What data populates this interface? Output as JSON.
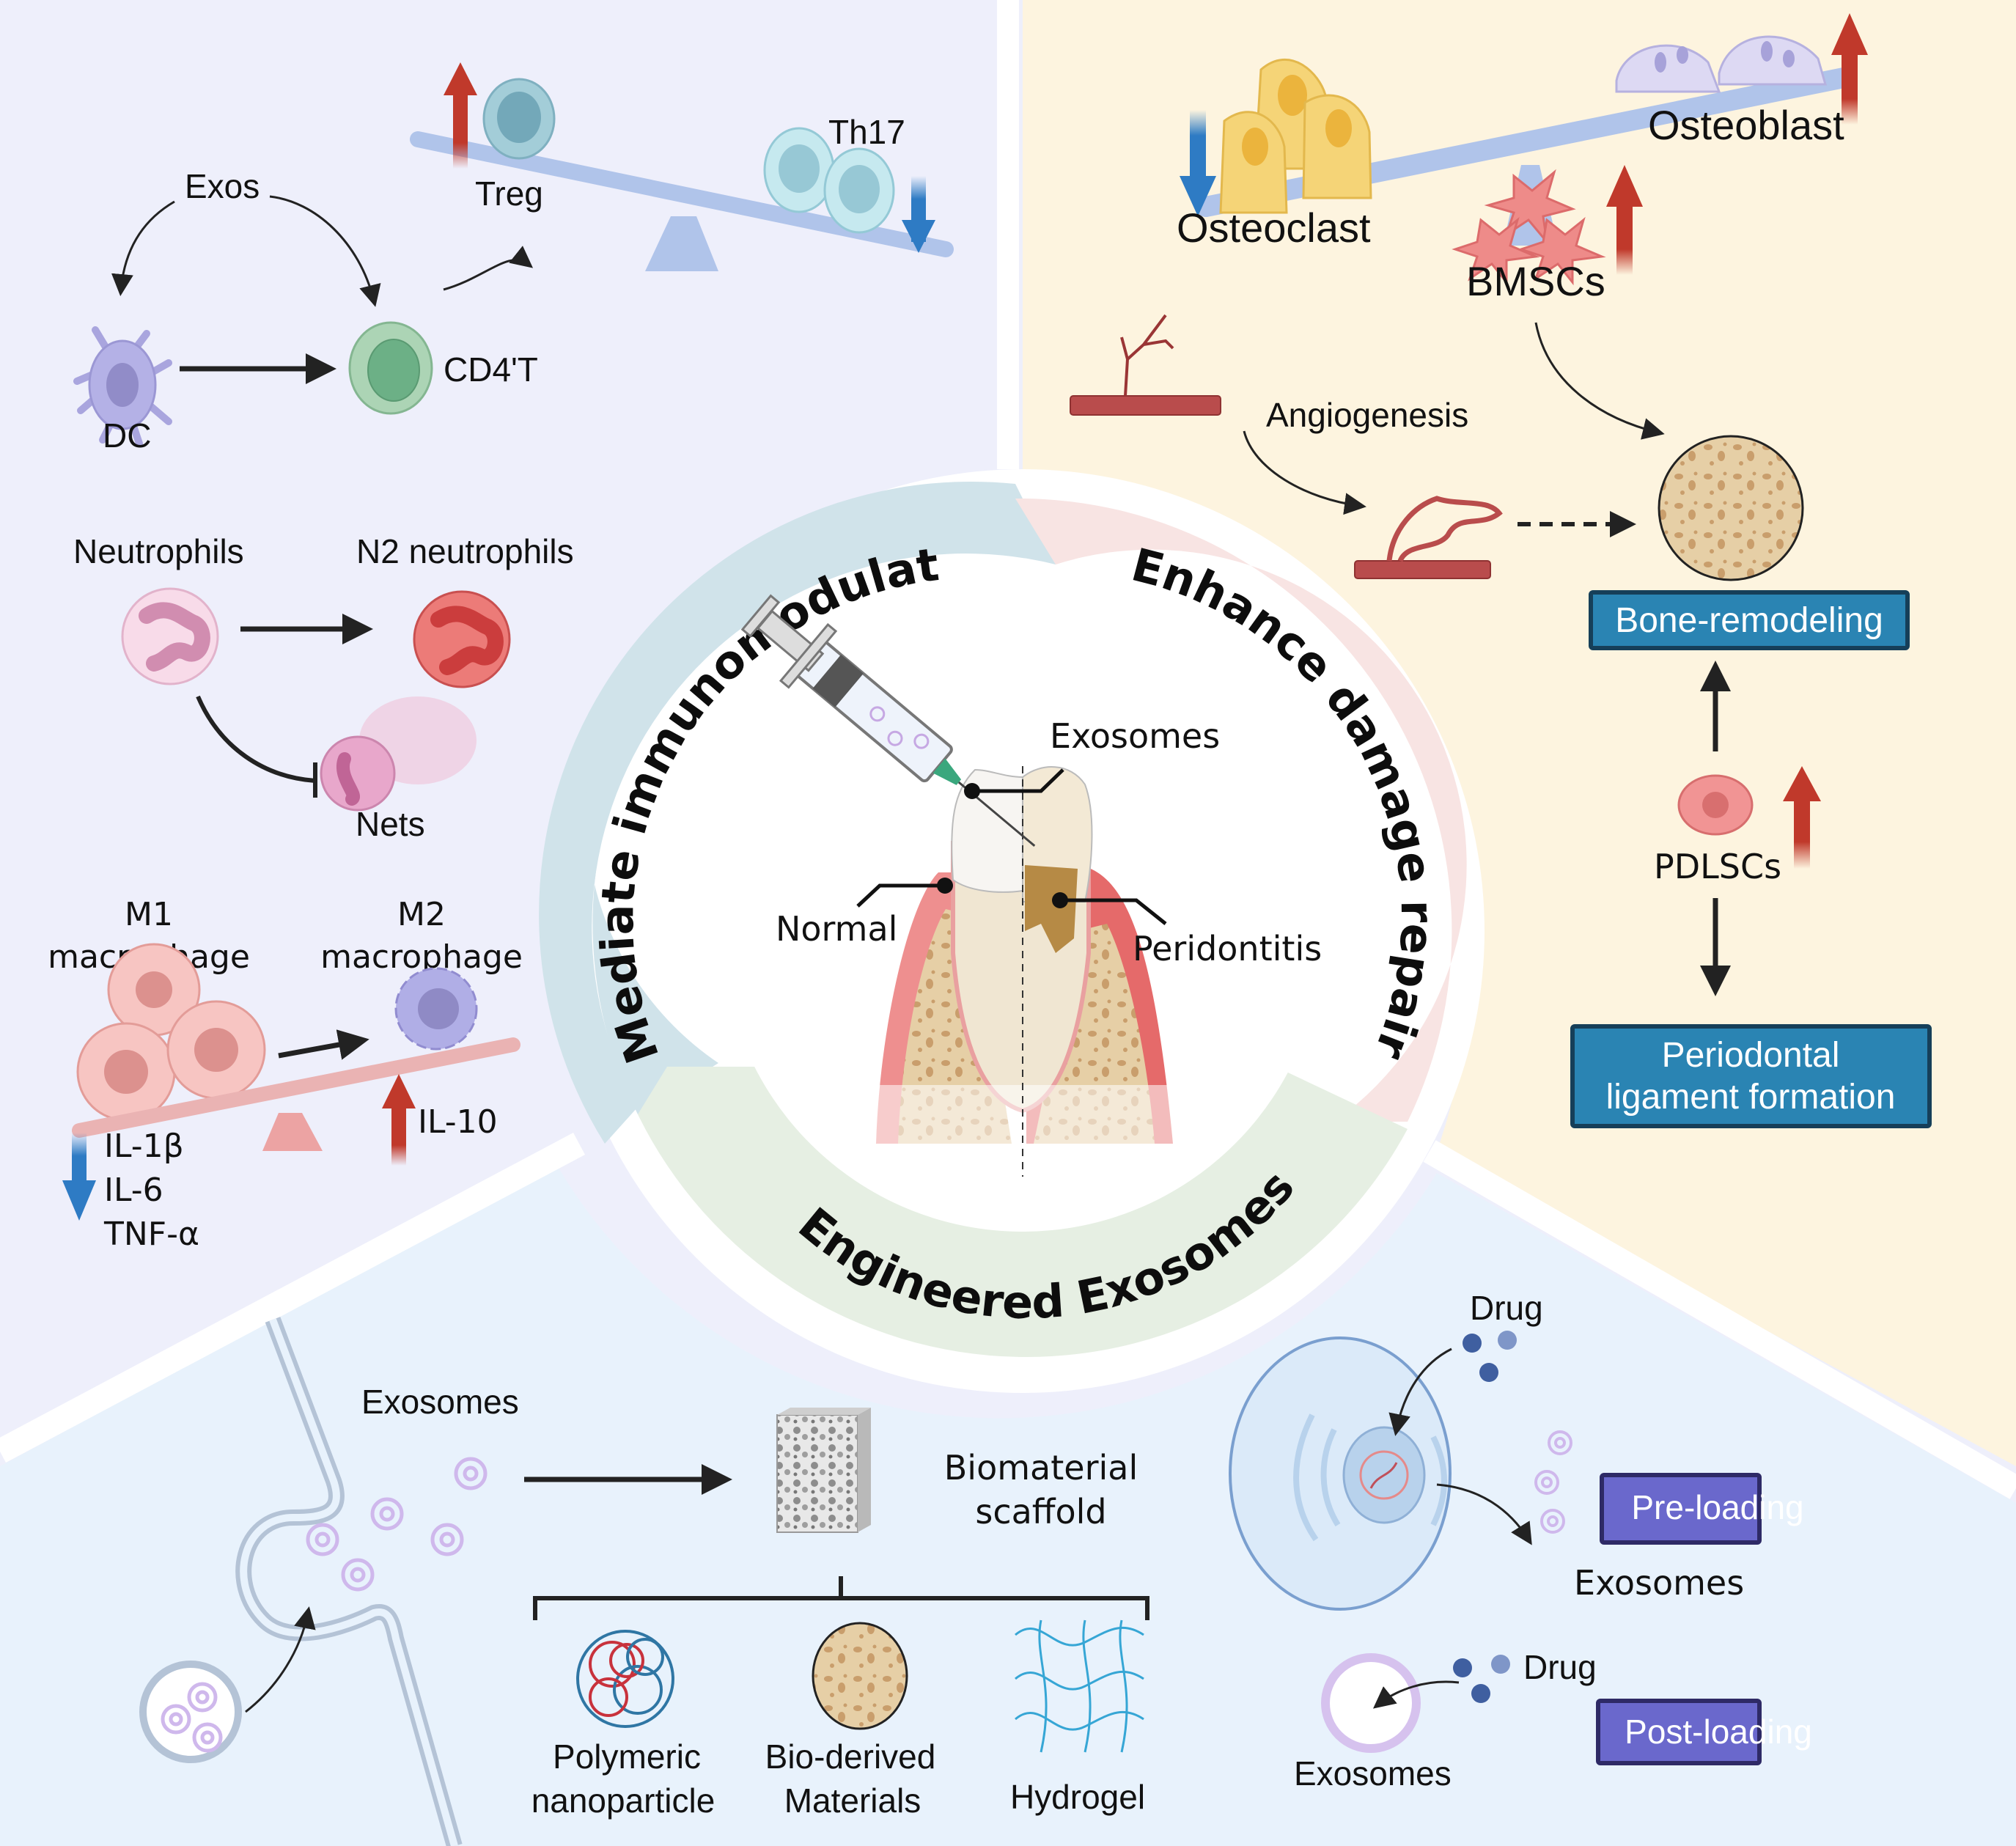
{
  "center": {
    "ring_sections": [
      {
        "title": "Mediate immunomodulation",
        "color": "#d0e3ea"
      },
      {
        "title": "Enhance damage repair",
        "color": "#f8e4e3"
      },
      {
        "title": "Engineered Exosomes",
        "color": "#e6efe3"
      }
    ],
    "tooth_labels": {
      "exosomes": "Exosomes",
      "normal": "Normal",
      "periodontitis": "Peridontitis"
    }
  },
  "immunomodulation_panel": {
    "background": "#eeeffb",
    "t_cells": {
      "exos": "Exos",
      "dc": "DC",
      "cd4t": "CD4'T",
      "treg": "Treg",
      "th17": "Th17",
      "treg_trend": "up",
      "th17_trend": "down"
    },
    "neutrophils": {
      "neutrophils": "Neutrophils",
      "n2_neutrophils": "N2 neutrophils",
      "nets": "Nets"
    },
    "macrophages": {
      "m1_line1": "M1",
      "m1_line2": "macrophage",
      "m2_line1": "M2",
      "m2_line2": "macrophage",
      "down_cytokines": [
        "IL-1β",
        "IL-6",
        "TNF-α"
      ],
      "up_cytokine": "IL-10"
    }
  },
  "repair_panel": {
    "background": "#fdf4df",
    "osteoclast": "Osteoclast",
    "osteoblast": "Osteoblast",
    "bmscs": "BMSCs",
    "angiogenesis": "Angiogenesis",
    "bone_remodeling": "Bone-remodeling",
    "pdlscs": "PDLSCs",
    "periodontal_line1": "Periodontal",
    "periodontal_line2": "ligament formation",
    "box_color": "#2a84b3",
    "box_border": "#163f59"
  },
  "engineered_panel": {
    "background": "#e8f2fc",
    "exosomes": "Exosomes",
    "biomaterial_line1": "Biomaterial",
    "biomaterial_line2": "scaffold",
    "materials": [
      {
        "line1": "Polymeric",
        "line2": "nanoparticle"
      },
      {
        "line1": "Bio-derived",
        "line2": "Materials"
      },
      {
        "line1": "",
        "line2": "Hydrogel"
      }
    ],
    "drug_top": "Drug",
    "exosomes_pre": "Exosomes",
    "pre_loading": "Pre-loading",
    "drug_bottom": "Drug",
    "exosomes_post": "Exosomes",
    "post_loading": "Post-loading",
    "loading_box_color": "#6a68cc",
    "loading_box_border": "#2e2a66"
  },
  "colors": {
    "up_arrow": "#c0392b",
    "down_arrow": "#2e7bc4",
    "balance_blue": "#b0c4ea",
    "balance_pink": "#eab3b3"
  }
}
